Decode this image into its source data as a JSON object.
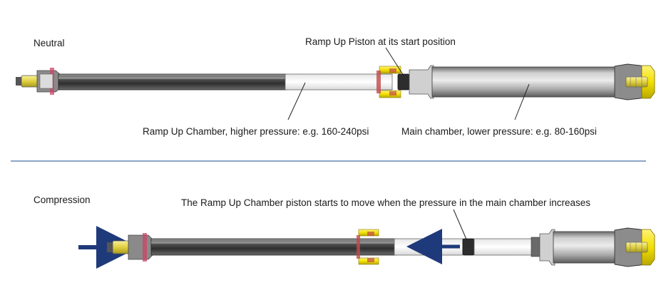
{
  "neutral": {
    "section_label": "Neutral",
    "piston_label": "Ramp Up Piston at its start position",
    "ramp_chamber_label": "Ramp Up Chamber, higher pressure: e.g. 160-240psi",
    "main_chamber_label": "Main chamber, lower pressure: e.g. 80-160psi"
  },
  "compression": {
    "section_label": "Compression",
    "piston_move_label": "The Ramp Up Chamber piston starts to move when the pressure in the main chamber increases"
  },
  "colors": {
    "divider": "#4a6fa5",
    "arrow": "#1f3a7a",
    "cap_yellow": "#f2e000",
    "stanchion_dark": "#3a3a3a"
  }
}
